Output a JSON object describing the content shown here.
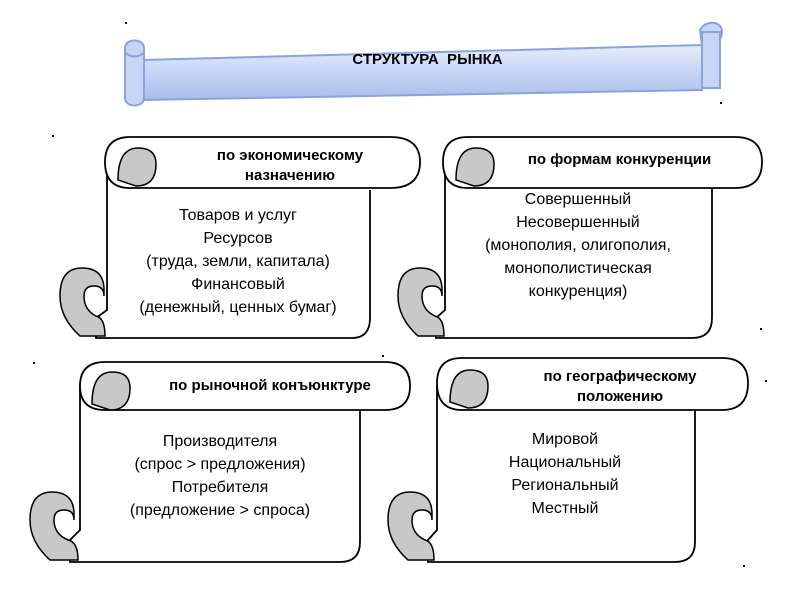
{
  "title": "СТРУКТУРА  РЫНКА",
  "scrolls": [
    {
      "heading": [
        "по экономическому",
        "назначению"
      ],
      "items": [
        "Товаров и услуг",
        "Ресурсов",
        "(труда, земли, капитала)",
        "Финансовый",
        "(денежный, ценных бумаг)"
      ]
    },
    {
      "heading": [
        "по формам конкуренции"
      ],
      "items": [
        "Совершенный",
        "Несовершенный",
        "(монополия, олигополия,",
        "монополистическая",
        "конкуренция)"
      ]
    },
    {
      "heading": [
        "по рыночной конъюнктуре"
      ],
      "items": [
        "Производителя",
        "(спрос > предложения)",
        "Потребителя",
        "(предложение > спроса)"
      ]
    },
    {
      "heading": [
        "по географическому",
        "положению"
      ],
      "items": [
        "Мировой",
        "Национальный",
        "Региональный",
        "Местный"
      ]
    }
  ],
  "colors": {
    "banner_fill": "#c6d5f5",
    "banner_stroke": "#8aa3d8",
    "curl_fill": "#c8c8c8",
    "outline": "#000000"
  }
}
